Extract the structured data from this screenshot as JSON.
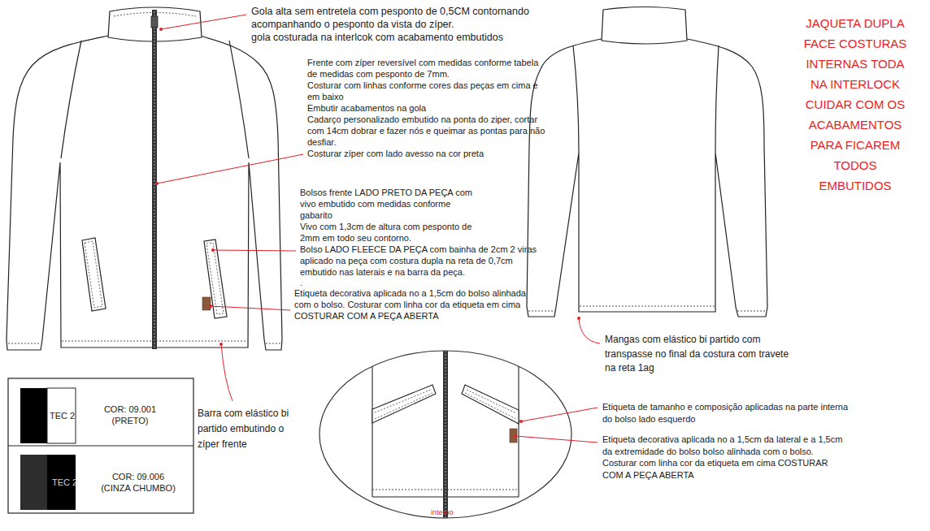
{
  "diagram": {
    "labels": [
      "Gola alta sem entretela com pesponto de 0,5CM contornando acompanhando o pesponto da vista do zíper.",
      "gola costurada na interlcok com acabamento embutidos",
      "Frente com zíper reversível com medidas conforme tabela de medidas com pesponto de 7mm.",
      "Costurar com linhas conforme cores das peças em cima e em baixo",
      "Embutir acabamentos na gola",
      "Cadarço personalizado embutido na ponta do ziper, cortar com 14cm dobrar e fazer nós e queimar as pontas para não desfiar.",
      "Costurar zíper com lado avesso na cor preta",
      "Bolsos frente LADO PRETO DA PEÇA com vivo embutido com medidas conforme gabarito",
      "Vivo com 1,3cm de altura com pesponto de 2mm em todo seu contorno.",
      "Bolso LADO FLEECE DA PEÇA com bainha de 2cm 2 viras aplicado na peça com costura dupla na reta de 0,7cm embutido nas laterais e na barra da peça.",
      ".",
      "Etiqueta decorativa aplicada no a 1,5cm do bolso alinhada com o bolso. Costurar com linha cor da etiqueta em cima COSTURAR COM A PEÇA ABERTA",
      "JAQUETA DUPLA FACE COSTURAS INTERNAS TODA NA INTERLOCK CUIDAR COM OS ACABAMENTOS PARA FICAREM TODOS EMBUTIDOS",
      "Mangas com elástico bi partido com transpasse no final da costura com travete na reta 1ag",
      "Barra com elástico bi partido embutindo o zíper frente",
      "Etiqueta de tamanho e composição aplicadas na parte interna do bolso lado esquerdo",
      "Etiqueta decorativa aplicada no a 1,5cm da lateral e a 1,5cm da extremidade do bolso bolso alinhada com o bolso. Costurar com linha cor da etiqueta em cima COSTURAR COM A PEÇA ABERTA",
      "interno",
      "TEC 2",
      "TEC 2"
    ],
    "legend": [
      {
        "text": "COR: 09.001 (PRETO)"
      },
      {
        "text": "COR: 09.006 (CINZA CHUMBO)"
      }
    ]
  }
}
